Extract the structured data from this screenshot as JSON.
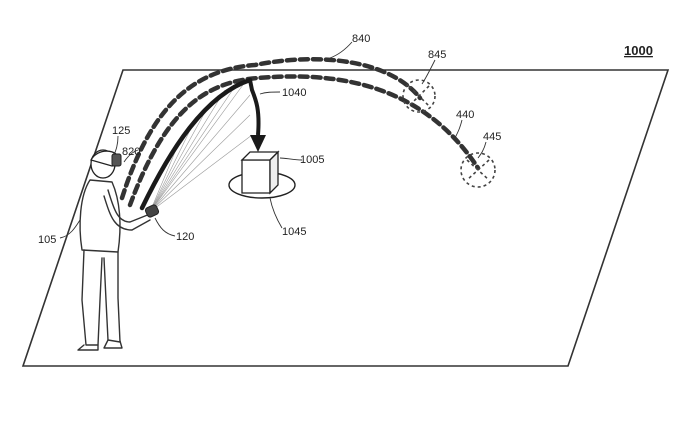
{
  "figure": {
    "figure_number": "1000",
    "labels": {
      "l105": "105",
      "l120": "120",
      "l125": "125",
      "l820": "820",
      "l840": "840",
      "l845": "845",
      "l440": "440",
      "l445": "445",
      "l1005": "1005",
      "l1040": "1040",
      "l1045": "1045"
    }
  }
}
